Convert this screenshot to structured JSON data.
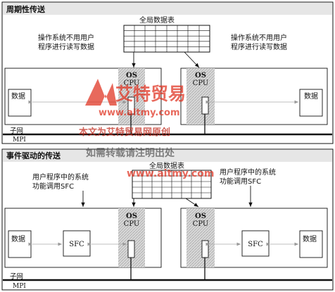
{
  "top": {
    "title": "周期性传送",
    "table_label": "全局数据表",
    "note_left_1": "操作系统不用用户",
    "note_left_2": "程序进行读写数据",
    "note_right_1": "操作系统不用用户",
    "note_right_2": "程序进行读写数据",
    "cpu_left": {
      "os": "OS",
      "cpu": "CPU"
    },
    "cpu_right": {
      "os": "OS",
      "cpu": "CPU"
    },
    "data_left": "数据",
    "data_right": "数据",
    "subnet": "子网",
    "mpi": "MPI"
  },
  "bottom": {
    "title": "事件驱动的传送",
    "table_label": "全局数据表",
    "note_left_1": "用户程序中的系统",
    "note_left_2": "功能调用SFC",
    "note_right_1": "用户程序中的系统",
    "note_right_2": "功能调用SFC",
    "cpu_left": {
      "os": "OS",
      "cpu": "CPU"
    },
    "cpu_right": {
      "os": "OS",
      "cpu": "CPU"
    },
    "sfc_left": "SFC",
    "sfc_right": "SFC",
    "data_left": "数据",
    "data_right": "数据",
    "subnet": "子网",
    "mpi": "MPI"
  },
  "watermark": {
    "brand": "艾特贸易",
    "url": "www.aitmy.com",
    "original": "本文为艾特贸易网原创",
    "notice": "如需转载请注明出处",
    "url2": "www.aitmy.com",
    "color": "#e0301e"
  }
}
